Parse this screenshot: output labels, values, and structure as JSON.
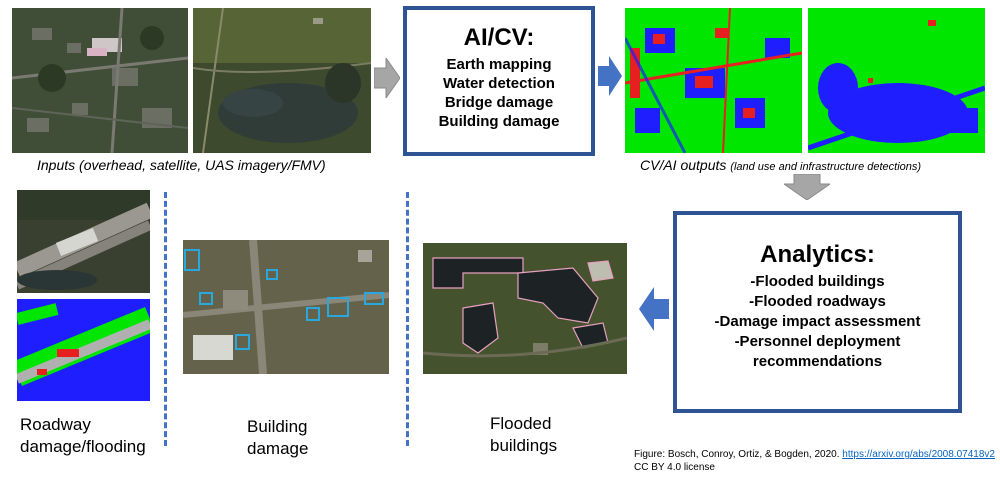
{
  "top_row": {
    "inputs_caption": "Inputs (overhead, satellite, UAS imagery/FMV)",
    "aicv_box": {
      "title": "AI/CV:",
      "items": [
        "Earth mapping",
        "Water detection",
        "Bridge damage",
        "Building damage"
      ]
    },
    "outputs_caption_main": "CV/AI outputs",
    "outputs_caption_sub": "(land use and infrastructure detections)"
  },
  "analytics_box": {
    "title": "Analytics:",
    "items": [
      "-Flooded buildings",
      "-Flooded roadways",
      "-Damage impact assessment",
      "-Personnel deployment",
      "recommendations"
    ]
  },
  "bottom_labels": {
    "roadway": [
      "Roadway",
      "damage/flooding"
    ],
    "building": [
      "Building",
      "damage"
    ],
    "flooded": [
      "Flooded",
      "buildings"
    ]
  },
  "credit": {
    "line1_prefix": "Figure: Bosch, Conroy, Ortiz, & Bogden, 2020. ",
    "link": "https://arxiv.org/abs/2008.07418v2",
    "line2": "CC BY 4.0 license"
  },
  "colors": {
    "box_border": "#2f5496",
    "arrow_gray": "#a6a6a6",
    "arrow_blue": "#4472c4",
    "detect_box": "#29a8e0",
    "seg_green": "#00e600",
    "seg_blue": "#1e1eff",
    "seg_red": "#e62020"
  }
}
